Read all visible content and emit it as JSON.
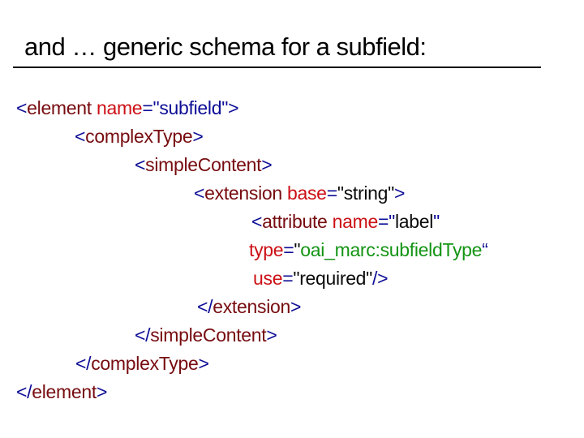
{
  "slide": {
    "title": "and … generic schema for a subfield:",
    "colors": {
      "blue": "#0d0d96",
      "maroon": "#770c10",
      "red": "#cc1016",
      "green": "#149414",
      "black": "#0a0a0a"
    },
    "code": {
      "lines": [
        {
          "indent": 20,
          "segments": [
            {
              "t": "<",
              "c": "blue"
            },
            {
              "t": "element",
              "c": "maroon"
            },
            {
              "t": " ",
              "c": "black"
            },
            {
              "t": "name",
              "c": "red"
            },
            {
              "t": "=",
              "c": "blue"
            },
            {
              "t": "\"subfield\"",
              "c": "blue"
            },
            {
              "t": ">",
              "c": "blue"
            }
          ]
        },
        {
          "indent": 92,
          "segments": [
            {
              "t": "<",
              "c": "blue"
            },
            {
              "t": "complexType",
              "c": "maroon"
            },
            {
              "t": ">",
              "c": "blue"
            }
          ]
        },
        {
          "indent": 166,
          "segments": [
            {
              "t": "<",
              "c": "blue"
            },
            {
              "t": "simpleContent",
              "c": "maroon"
            },
            {
              "t": ">",
              "c": "blue"
            }
          ]
        },
        {
          "indent": 239,
          "segments": [
            {
              "t": "<",
              "c": "blue"
            },
            {
              "t": "extension",
              "c": "maroon"
            },
            {
              "t": " ",
              "c": "black"
            },
            {
              "t": "base",
              "c": "red"
            },
            {
              "t": "=",
              "c": "blue"
            },
            {
              "t": "\"string\"",
              "c": "black"
            },
            {
              "t": ">",
              "c": "blue"
            }
          ]
        },
        {
          "indent": 310,
          "segments": [
            {
              "t": "<",
              "c": "blue"
            },
            {
              "t": "attribute",
              "c": "maroon"
            },
            {
              "t": " ",
              "c": "black"
            },
            {
              "t": "name",
              "c": "red"
            },
            {
              "t": "=",
              "c": "blue"
            },
            {
              "t": "\"",
              "c": "blue"
            },
            {
              "t": "label",
              "c": "black"
            },
            {
              "t": "\"",
              "c": "blue"
            }
          ]
        },
        {
          "indent": 307,
          "segments": [
            {
              "t": "type",
              "c": "red"
            },
            {
              "t": "=",
              "c": "blue"
            },
            {
              "t": "\"",
              "c": "black"
            },
            {
              "t": "oai_marc:subfieldType",
              "c": "green"
            },
            {
              "t": "“",
              "c": "blue"
            }
          ]
        },
        {
          "indent": 312,
          "segments": [
            {
              "t": "use",
              "c": "red"
            },
            {
              "t": "=",
              "c": "blue"
            },
            {
              "t": "\"required\"",
              "c": "black"
            },
            {
              "t": "/>",
              "c": "blue"
            }
          ]
        },
        {
          "indent": 243,
          "segments": [
            {
              "t": "</",
              "c": "blue"
            },
            {
              "t": "extension",
              "c": "maroon"
            },
            {
              "t": ">",
              "c": "blue"
            }
          ]
        },
        {
          "indent": 166,
          "segments": [
            {
              "t": "</",
              "c": "blue"
            },
            {
              "t": "simpleContent",
              "c": "maroon"
            },
            {
              "t": ">",
              "c": "blue"
            }
          ]
        },
        {
          "indent": 93,
          "segments": [
            {
              "t": "</",
              "c": "blue"
            },
            {
              "t": "complexType",
              "c": "maroon"
            },
            {
              "t": ">",
              "c": "blue"
            }
          ]
        },
        {
          "indent": 20,
          "segments": [
            {
              "t": "</",
              "c": "blue"
            },
            {
              "t": "element",
              "c": "maroon"
            },
            {
              "t": ">",
              "c": "blue"
            }
          ]
        }
      ]
    }
  }
}
